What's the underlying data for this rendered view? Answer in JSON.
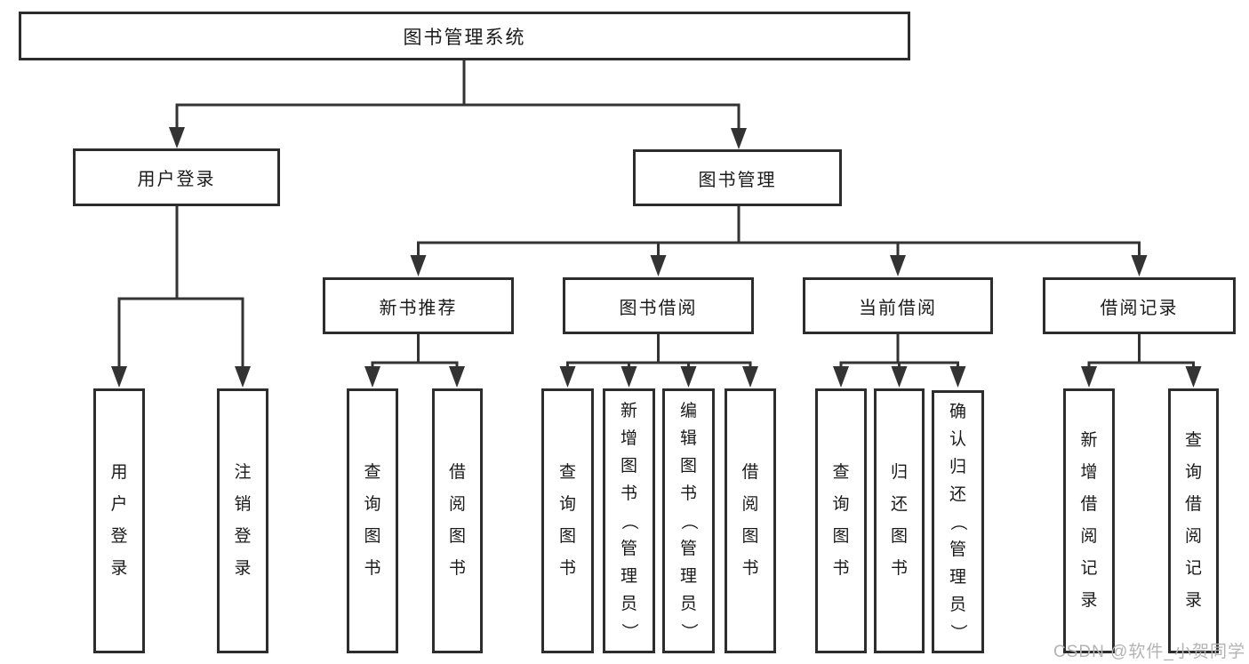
{
  "colors": {
    "background": "#ffffff",
    "line": "#333333",
    "border": "#2d2d2d",
    "text": "#1a1a1a",
    "watermark": "#b3b3b3"
  },
  "watermark": {
    "text": "CSDN @软件_小贺同学"
  },
  "tree": {
    "root": {
      "label": "图书管理系统"
    },
    "level2": [
      {
        "label": "用户登录"
      },
      {
        "label": "图书管理"
      }
    ],
    "level3": [
      {
        "label": "新书推荐"
      },
      {
        "label": "图书借阅"
      },
      {
        "label": "当前借阅"
      },
      {
        "label": "借阅记录"
      }
    ],
    "leaves": {
      "user_login": [
        "用户登录",
        "注销登录"
      ],
      "new_book": [
        "查询图书",
        "借阅图书"
      ],
      "book_borrow": [
        "查询图书",
        "新增图书（管理员）",
        "编辑图书（管理员）",
        "借阅图书"
      ],
      "current_borrow": [
        "查询图书",
        "归还图书",
        "确认归还（管理员）"
      ],
      "borrow_record": [
        "新增借阅记录",
        "查询借阅记录"
      ]
    }
  }
}
